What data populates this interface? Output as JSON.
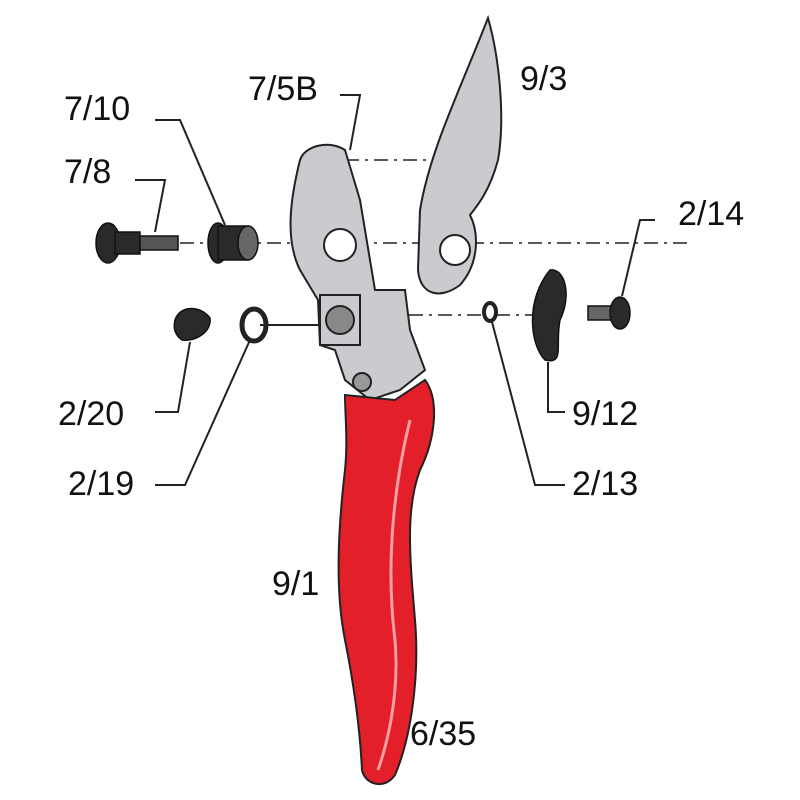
{
  "diagram": {
    "type": "exploded-parts-diagram",
    "colors": {
      "handle": "#e3202a",
      "metal": "#c9cbce",
      "dark_part": "#2a2a2a"
    },
    "labels": {
      "p_7_10": "7/10",
      "p_7_5b": "7/5B",
      "p_9_3": "9/3",
      "p_7_8": "7/8",
      "p_2_14": "2/14",
      "p_2_20": "2/20",
      "p_2_19": "2/19",
      "p_9_12": "9/12",
      "p_2_13": "2/13",
      "p_9_1": "9/1",
      "p_6_35": "6/35"
    }
  }
}
